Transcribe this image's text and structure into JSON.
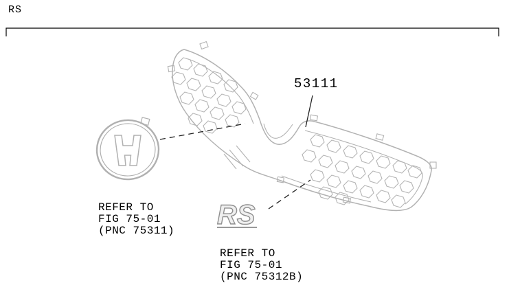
{
  "page": {
    "corner_label": "RS",
    "background": "#ffffff",
    "frame_color": "#000000",
    "art_color": "#b2b2b2",
    "text_color": "#000000"
  },
  "callouts": {
    "part_number": "53111"
  },
  "badge": {
    "text": "RS"
  },
  "notes": {
    "emblem": {
      "line1": "REFER TO",
      "line2": "FIG 75-01",
      "line3": "(PNC 75311)"
    },
    "badge": {
      "line1": "REFER TO",
      "line2": "FIG 75-01",
      "line3": "(PNC 75312B)"
    }
  }
}
